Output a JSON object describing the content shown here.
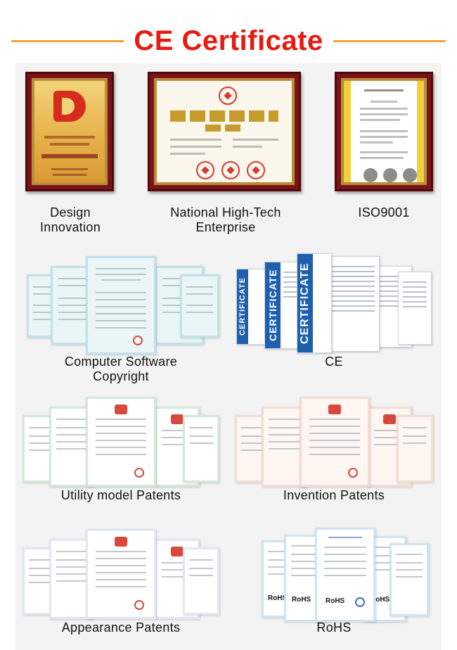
{
  "header": {
    "title": "CE Certificate"
  },
  "certificates": [
    {
      "label": "Design\nInnovation"
    },
    {
      "label": "National High-Tech\nEnterprise"
    },
    {
      "label": "ISO9001"
    },
    {
      "label": "Computer Software\nCopyright"
    },
    {
      "label": "CE"
    },
    {
      "label": "Utility model Patents"
    },
    {
      "label": "Invention Patents"
    },
    {
      "label": "Appearance Patents"
    },
    {
      "label": "RoHS"
    }
  ],
  "ce_band_text": "CERTIFICATE",
  "rohs_tag": "RoHS",
  "colors": {
    "title_red": "#e8190f",
    "accent_line": "#f1a33a",
    "frame": "#7a1418",
    "ce_blue": "#1f5fb0"
  }
}
